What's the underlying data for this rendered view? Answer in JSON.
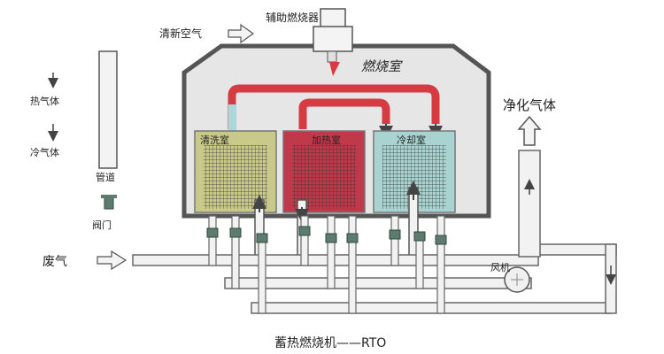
{
  "labels": {
    "aux_burner": "辅助燃烧器",
    "fresh_air": "清新空气",
    "combustion_chamber": "燃烧室",
    "hot_gas": "热气体",
    "cold_gas": "冷气体",
    "pipe": "管道",
    "valve": "阀门",
    "purge_chamber": "清洗室",
    "heating_chamber": "加热室",
    "cooling_chamber": "冷却室",
    "purified_gas": "净化气体",
    "exhaust_gas": "废气",
    "fan": "风机",
    "caption": "蓄热燃烧机——RTO"
  },
  "colors": {
    "chamber_shell": "#e8e8e8",
    "purge_fill": "#c9c98a",
    "heating_fill": "#c0394a",
    "cooling_fill": "#a9d3d0",
    "hot_pipe": "#d63b42",
    "cold_pipe": "#a7d8de",
    "grid": "#2e2e2e"
  }
}
